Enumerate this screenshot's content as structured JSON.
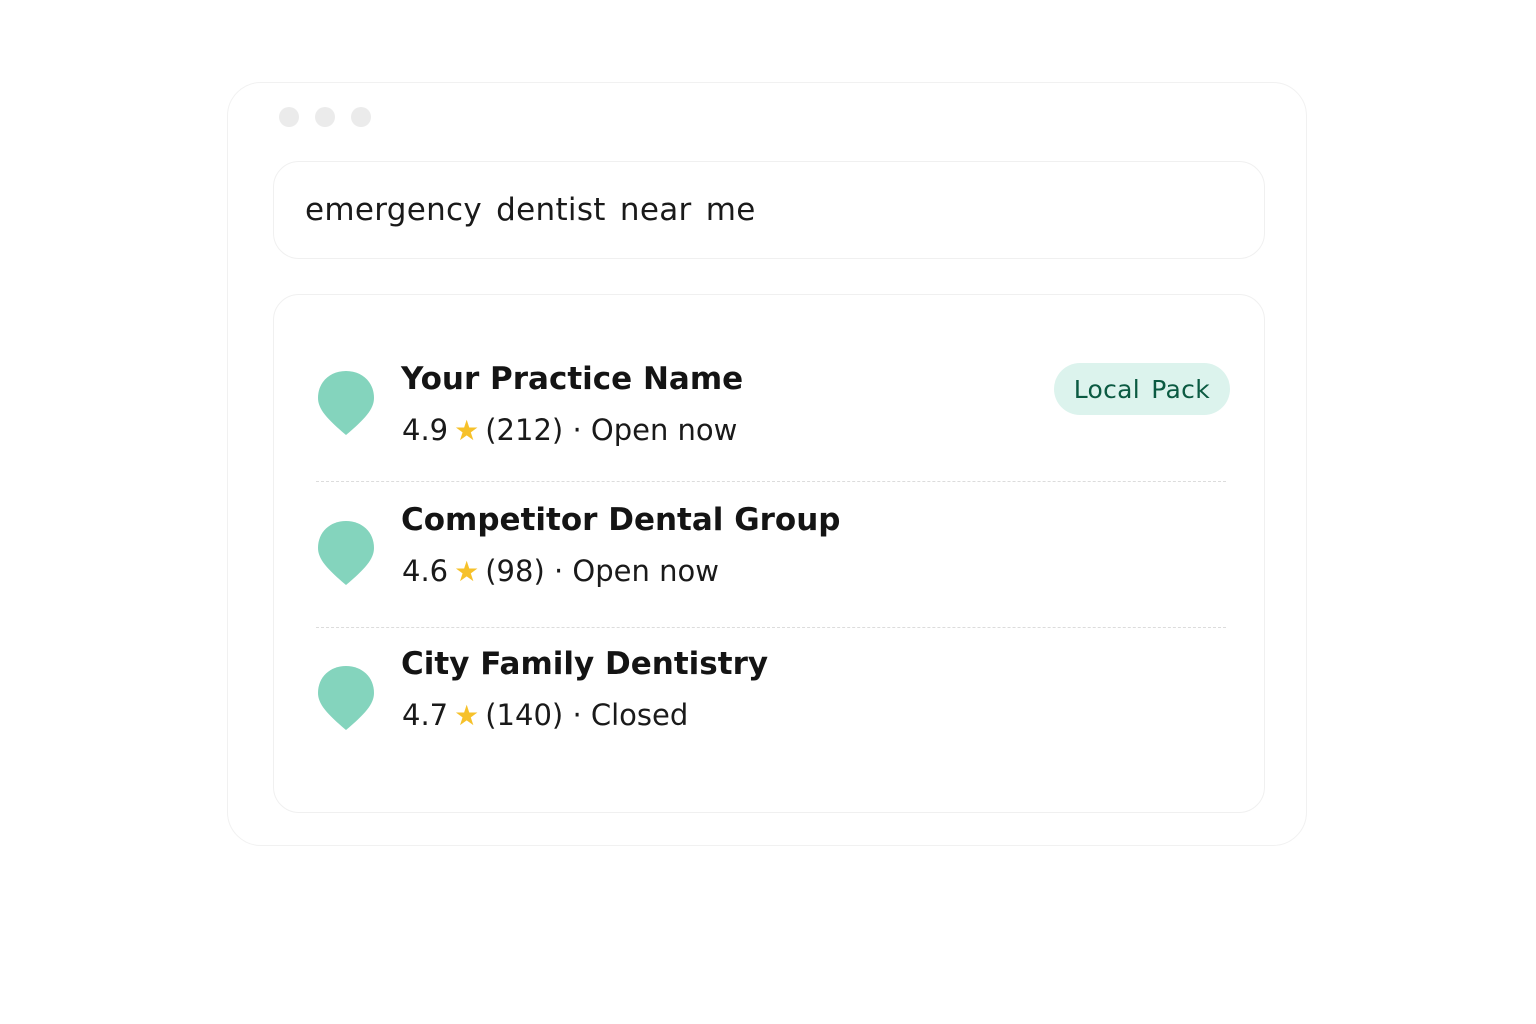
{
  "search": {
    "query": "emergency dentist near me"
  },
  "badge": {
    "label": "Local Pack",
    "background": "#dcf3ed",
    "text_color": "#0b5a42"
  },
  "colors": {
    "pin": "#84d4bd",
    "star": "#f6c12a"
  },
  "results": [
    {
      "name": "Your Practice Name",
      "rating": "4.9",
      "star_icon": "★",
      "reviews": "(212)",
      "separator": "·",
      "status": "Open now",
      "pin_icon": "map-pin-icon"
    },
    {
      "name": "Competitor Dental Group",
      "rating": "4.6",
      "star_icon": "★",
      "reviews": "(98)",
      "separator": "·",
      "status": "Open now",
      "pin_icon": "map-pin-icon"
    },
    {
      "name": "City Family Dentistry",
      "rating": "4.7",
      "star_icon": "★",
      "reviews": "(140)",
      "separator": "·",
      "status": "Closed",
      "pin_icon": "map-pin-icon"
    }
  ]
}
